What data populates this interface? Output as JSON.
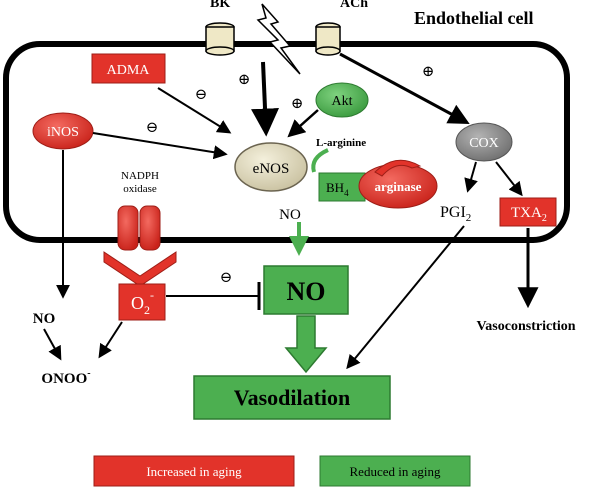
{
  "header": {
    "endothelial_cell": "Endothelial cell",
    "bk": "BK",
    "ach": "ACh"
  },
  "receptors": [
    "BK receptor",
    "ACh receptor"
  ],
  "nodes": {
    "adma": "ADMA",
    "inos": "iNOS",
    "akt": "Akt",
    "enos": "eNOS",
    "l_arginine": "L-arginine",
    "bh4_main": "BH",
    "bh4_sub": "4",
    "arginase": "arginase",
    "cox": "COX",
    "nadph_line1": "NADPH",
    "nadph_line2": "oxidase",
    "no_inside": "NO",
    "pgi2_main": "PGI",
    "pgi2_sub": "2",
    "txa2_main": "TXA",
    "txa2_sub": "2",
    "o2_main": "O",
    "o2_sub": "2",
    "o2_sup": "-",
    "no_box": "NO",
    "no_left": "NO",
    "onoo_main": "ONOO",
    "onoo_sup": "-",
    "vasodilation": "Vasodilation",
    "vasoconstriction": "Vasoconstriction"
  },
  "signs": {
    "plus": "⊕",
    "minus": "⊖"
  },
  "legend": {
    "increased": "Increased in aging",
    "reduced": "Reduced in aging"
  },
  "colors": {
    "increased": "#e2332a",
    "reduced": "#4caf50",
    "enos": "#e7e1c5",
    "cox": "#8c8c8c",
    "receptor": "#efe8c6",
    "line": "#000000"
  }
}
